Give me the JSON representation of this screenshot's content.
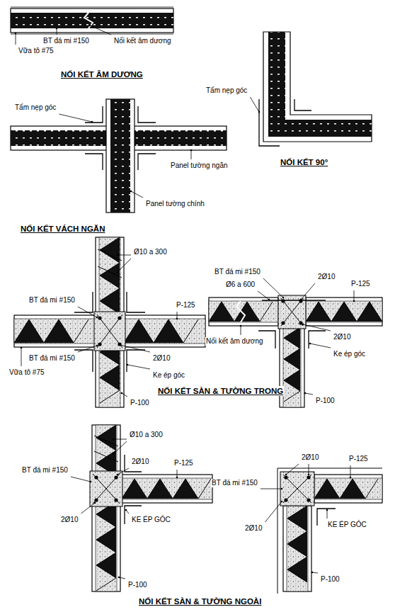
{
  "diagram": {
    "labels": [
      "Nối kết âm dương",
      "BT đá mi #150",
      "Vữa tô #75",
      "NỐI KẾT ÂM DƯƠNG",
      "Tấm nẹp góc",
      "NỐI KẾT 90°",
      "Tấm nẹp góc",
      "Panel tường ngăn",
      "Panel tường chính",
      "NỐI KẾT VÁCH NGĂN",
      "Ø10 a 300",
      "BT đá mi #150",
      "P-125",
      "BT đá mi #150",
      "Vữa tô #75",
      "2Ø10",
      "Ke ép góc",
      "P-100",
      "BT đá mi #150",
      "Ø6 a 600",
      "2Ø10",
      "P-125",
      "Nối kết âm dương",
      "2Ø10",
      "Ke ép góc",
      "P-100",
      "NỐI KẾT SÀN & TƯỜNG TRONG",
      "Ø10 a 300",
      "BT đá mi #150",
      "2Ø10",
      "P-125",
      "2Ø10",
      "KE ÉP GÓC",
      "P-100",
      "2Ø10",
      "P-125",
      "BT đá mi #150",
      "2Ø10",
      "KE ÉP GÓC",
      "P-100",
      "NỐI KẾT SÀN & TƯỜNG NGOÀI"
    ]
  }
}
